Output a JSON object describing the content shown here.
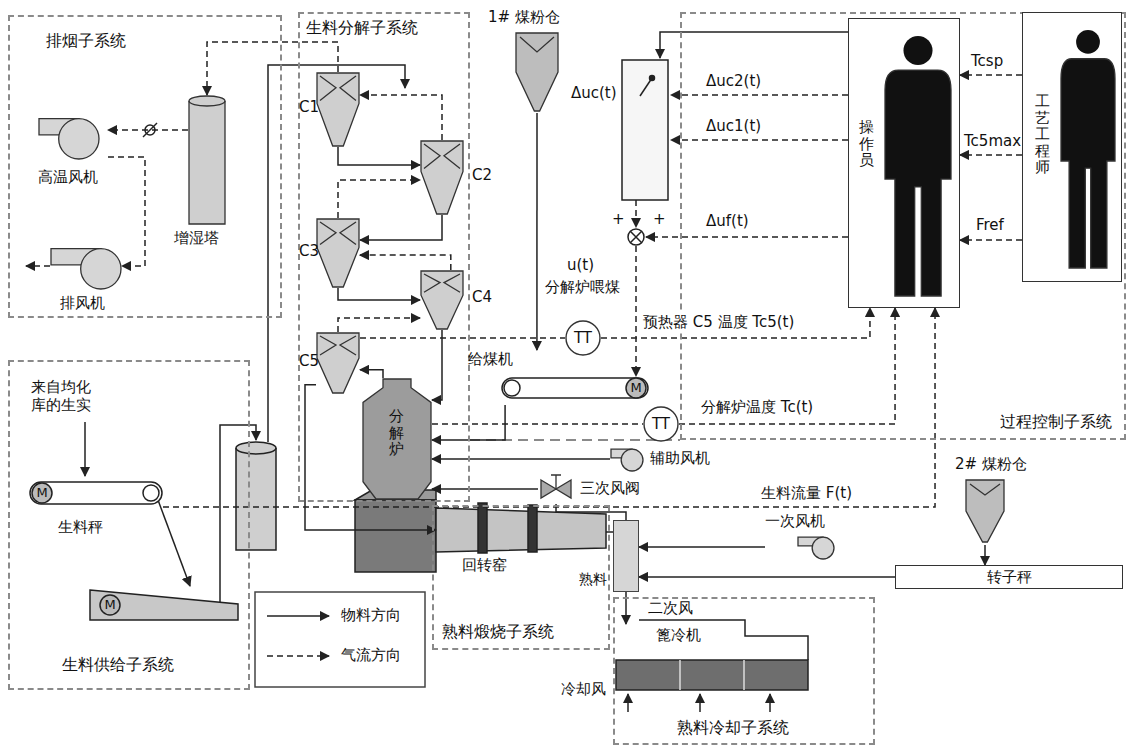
{
  "diagram": {
    "nodes": [
      {
        "text": [
          "排烟子系统"
        ]
      },
      {
        "text": [
          "高温风机"
        ],
        "in": 0
      },
      {
        "text": [
          "增湿塔"
        ],
        "in": 0
      },
      {
        "text": [
          "排风机"
        ],
        "in": 0
      },
      {
        "text": [
          "生料分解子系统"
        ]
      },
      {
        "text": [
          "C1"
        ],
        "in": 4
      },
      {
        "text": [
          "C2"
        ],
        "in": 4
      },
      {
        "text": [
          "C3"
        ],
        "in": 4
      },
      {
        "text": [
          "C4"
        ],
        "in": 4
      },
      {
        "text": [
          "C5"
        ],
        "in": 4
      },
      {
        "text": [
          "分解炉"
        ],
        "in": 4
      },
      {
        "text": [
          "1# 煤粉仓"
        ]
      },
      {
        "text": [
          "过程控制子系统"
        ]
      },
      {
        "text": [
          "操作员"
        ],
        "in": 12
      },
      {
        "text": [
          "工艺工程师"
        ],
        "in": 12
      },
      {
        "text": [
          "TT"
        ]
      },
      {
        "text": [
          "给煤机"
        ]
      },
      {
        "text": [
          "TT"
        ]
      },
      {
        "text": [
          "辅助风机"
        ]
      },
      {
        "text": [
          "三次风阀"
        ]
      },
      {
        "text": [
          "2# 煤粉仓"
        ]
      },
      {
        "text": [
          "生料供给子系统"
        ]
      },
      {
        "text": [
          "生料秤"
        ],
        "in": 21
      },
      {
        "text": [
          "熟料煅烧子系统"
        ]
      },
      {
        "text": [
          "回转窑"
        ],
        "in": 23
      },
      {
        "text": [
          "熟料"
        ]
      },
      {
        "text": [
          "一次风机"
        ]
      },
      {
        "text": [
          "转子秤"
        ]
      },
      {
        "text": [
          "熟料冷却子系统"
        ]
      },
      {
        "text": [
          "篦冷机"
        ],
        "in": 28
      }
    ],
    "edges": [
      {
        "from": 5,
        "to": 2,
        "arrow": "to"
      },
      {
        "from": 2,
        "to": 1,
        "arrow": "to"
      },
      {
        "from": 1,
        "to": 3,
        "arrow": "to"
      },
      {
        "from": 5,
        "to": 6,
        "arrow": "to"
      },
      {
        "from": 6,
        "to": 5,
        "arrow": "to"
      },
      {
        "from": 6,
        "to": 7,
        "arrow": "to"
      },
      {
        "from": 7,
        "to": 6,
        "arrow": "to"
      },
      {
        "from": 7,
        "to": 8,
        "arrow": "to"
      },
      {
        "from": 8,
        "to": 7,
        "arrow": "to"
      },
      {
        "from": 8,
        "to": 10,
        "arrow": "to"
      },
      {
        "from": 10,
        "to": 9,
        "arrow": "to"
      },
      {
        "from": 9,
        "to": 8,
        "arrow": "to"
      },
      {
        "from": 9,
        "to": 24,
        "arrow": "to"
      },
      {
        "from": 11,
        "to": 16,
        "arrow": "to"
      },
      {
        "from": 16,
        "to": 10,
        "arrow": "to"
      },
      {
        "from": 18,
        "to": 10,
        "arrow": "to"
      },
      {
        "from": 25,
        "to": 19,
        "arrow": "none"
      },
      {
        "from": 19,
        "to": 10,
        "arrow": "to"
      },
      {
        "from": 24,
        "to": 25,
        "arrow": "none"
      },
      {
        "from": 25,
        "to": 29,
        "arrow": "to"
      },
      {
        "from": 26,
        "to": 25,
        "arrow": "to"
      },
      {
        "from": 20,
        "to": 27,
        "arrow": "to"
      },
      {
        "from": 27,
        "to": 25,
        "arrow": "to"
      },
      {
        "from": 9,
        "to": 15,
        "arrow": "none"
      },
      {
        "from": 15,
        "to": 13,
        "label": "预热器 C5 温度 Tc5(t)",
        "arrow": "to"
      },
      {
        "from": 10,
        "to": 17,
        "arrow": "none"
      },
      {
        "from": 17,
        "to": 13,
        "label": "分解炉温度 Tc(t)",
        "arrow": "to"
      },
      {
        "from": 22,
        "to": 13,
        "label": "生料流量 F(t)",
        "arrow": "to"
      },
      {
        "from": 14,
        "to": 13,
        "label": "Tcsp",
        "arrow": "to"
      },
      {
        "from": 14,
        "to": 13,
        "label": "Tc5max",
        "arrow": "to"
      },
      {
        "from": 14,
        "to": 13,
        "label": "Fref",
        "arrow": "to"
      }
    ],
    "labels": [
      "Δuc(t)",
      "Δuc2(t)",
      "Δuc1(t)",
      "+",
      "+",
      "Δuf(t)",
      "u(t)",
      "分解炉喂煤",
      "M",
      "M",
      "M",
      "来自均化库的生实",
      "二次风",
      "冷却风"
    ],
    "legend": [
      {
        "text": "物料方向"
      },
      {
        "text": "气流方向"
      }
    ]
  }
}
